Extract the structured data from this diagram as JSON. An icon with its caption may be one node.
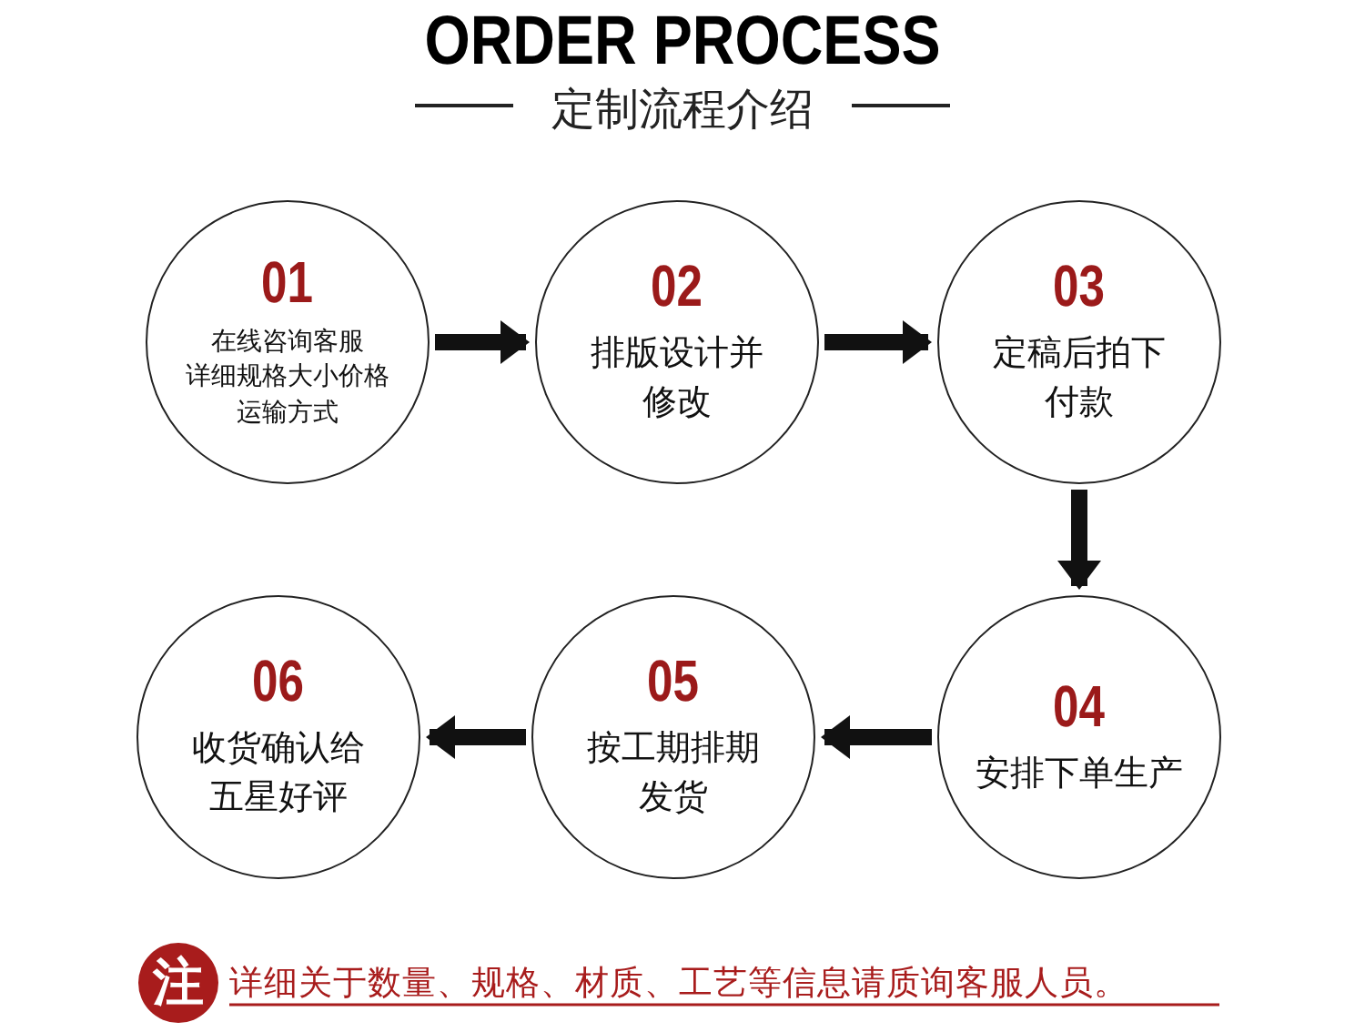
{
  "diagram": {
    "title": "ORDER PROCESS",
    "nodes": [
      {
        "text": [
          "01",
          "在线咨询客服详细规格大小价格运输方式"
        ]
      },
      {
        "text": [
          "02",
          "排版设计并修改"
        ]
      },
      {
        "text": [
          "03",
          "定稿后拍下付款"
        ]
      },
      {
        "text": [
          "04",
          "安排下单生产"
        ]
      },
      {
        "text": [
          "05",
          "按工期排期发货"
        ]
      },
      {
        "text": [
          "06",
          "收货确认给五星好评"
        ]
      }
    ],
    "edges": [
      {
        "from": 0,
        "to": 1,
        "arrow": "to"
      },
      {
        "from": 1,
        "to": 2,
        "arrow": "to"
      },
      {
        "from": 2,
        "to": 3,
        "arrow": "to"
      },
      {
        "from": 3,
        "to": 4,
        "arrow": "to"
      },
      {
        "from": 4,
        "to": 5,
        "arrow": "to"
      }
    ],
    "labels": [
      "定制流程介绍",
      "注",
      "详细关于数量、规格、材质、工艺等信息请质询客服人员。"
    ]
  }
}
